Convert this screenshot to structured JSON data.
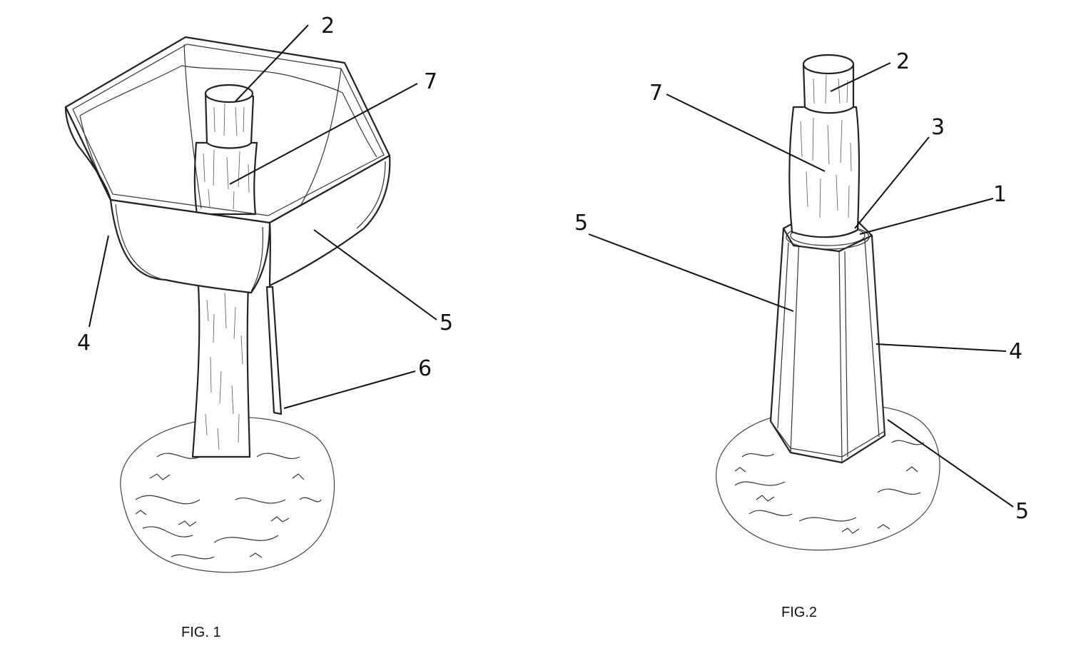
{
  "figures": [
    {
      "caption": "FIG. 1",
      "labels": [
        "2",
        "7",
        "4",
        "5",
        "6"
      ]
    },
    {
      "caption": "FIG.2",
      "labels": [
        "2",
        "7",
        "3",
        "1",
        "5",
        "4",
        "5"
      ]
    }
  ]
}
